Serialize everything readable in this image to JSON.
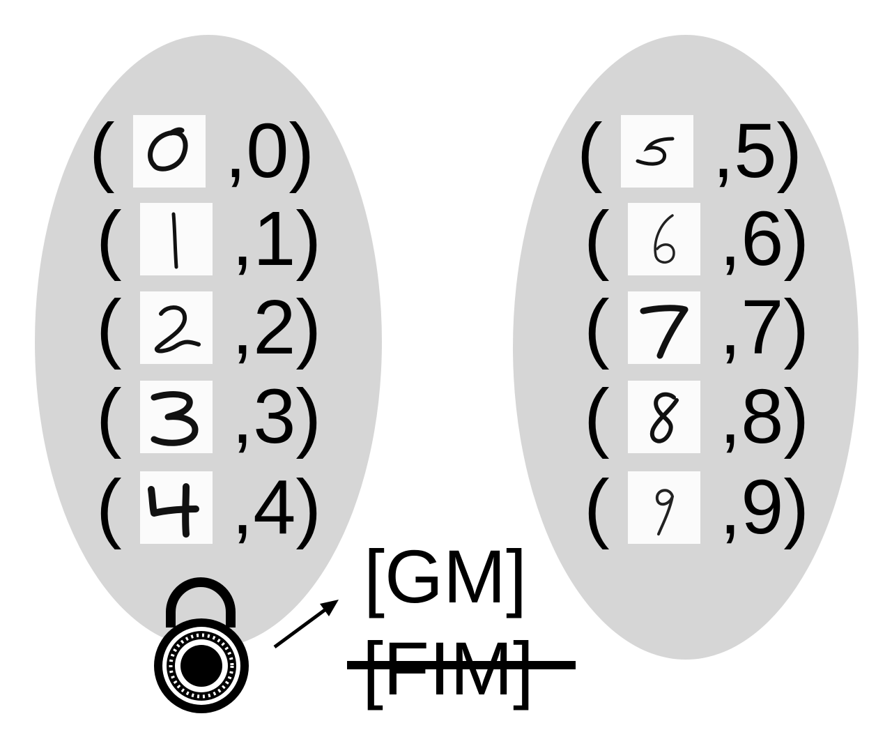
{
  "groups": [
    {
      "pairs": [
        {
          "label": ",0",
          "digit": "0"
        },
        {
          "label": ",1",
          "digit": "1"
        },
        {
          "label": ",2",
          "digit": "2"
        },
        {
          "label": ",3",
          "digit": "3"
        },
        {
          "label": ",4",
          "digit": "4"
        }
      ]
    },
    {
      "pairs": [
        {
          "label": ",5",
          "digit": "5"
        },
        {
          "label": ",6",
          "digit": "6"
        },
        {
          "label": ",7",
          "digit": "7"
        },
        {
          "label": ",8",
          "digit": "8"
        },
        {
          "label": ",9",
          "digit": "9"
        }
      ]
    }
  ],
  "tags": {
    "gm": "[GM]",
    "fim": "[FIM]",
    "fim_struck": true
  },
  "icons": {
    "lock": "padlock-icon",
    "arrow": "arrow-icon"
  },
  "colors": {
    "ellipse_fill": "#d6d6d6",
    "foreground": "#000000"
  }
}
